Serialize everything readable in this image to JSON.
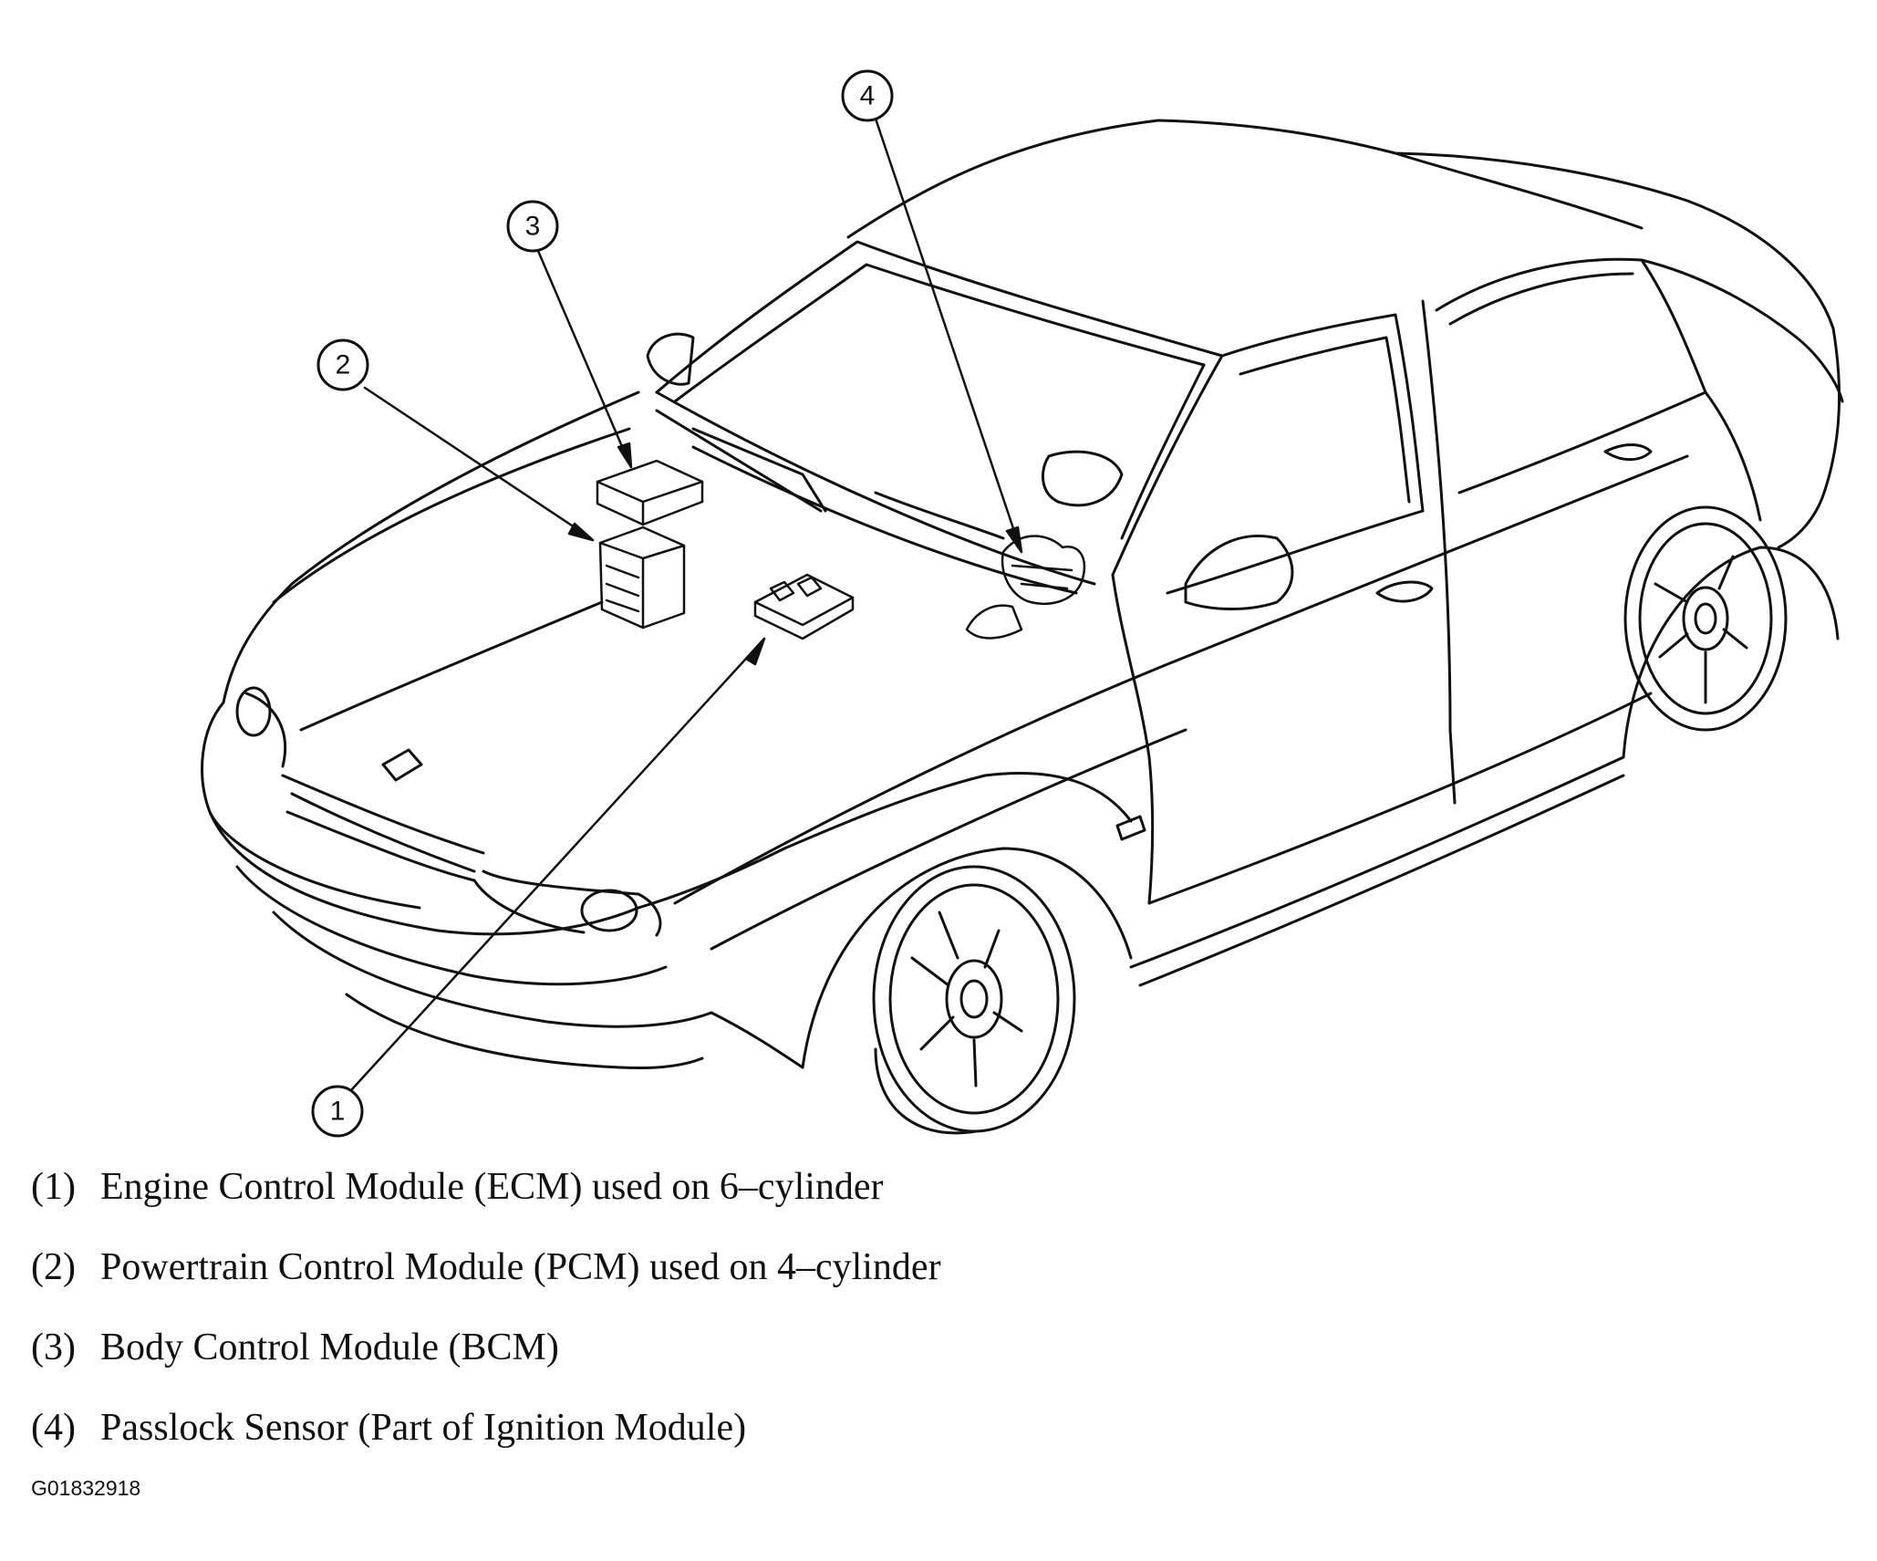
{
  "callouts": [
    {
      "num": "1"
    },
    {
      "num": "2"
    },
    {
      "num": "3"
    },
    {
      "num": "4"
    }
  ],
  "legend": [
    {
      "num": "(1)",
      "text": "Engine Control Module (ECM) used on 6–cylinder"
    },
    {
      "num": "(2)",
      "text": "Powertrain Control Module (PCM) used on 4–cylinder"
    },
    {
      "num": "(3)",
      "text": "Body Control Module (BCM)"
    },
    {
      "num": "(4)",
      "text": "Passlock Sensor (Part of Ignition Module)"
    }
  ],
  "figure_id": "G01832918",
  "colors": {
    "line": "#111111",
    "background": "#ffffff"
  }
}
